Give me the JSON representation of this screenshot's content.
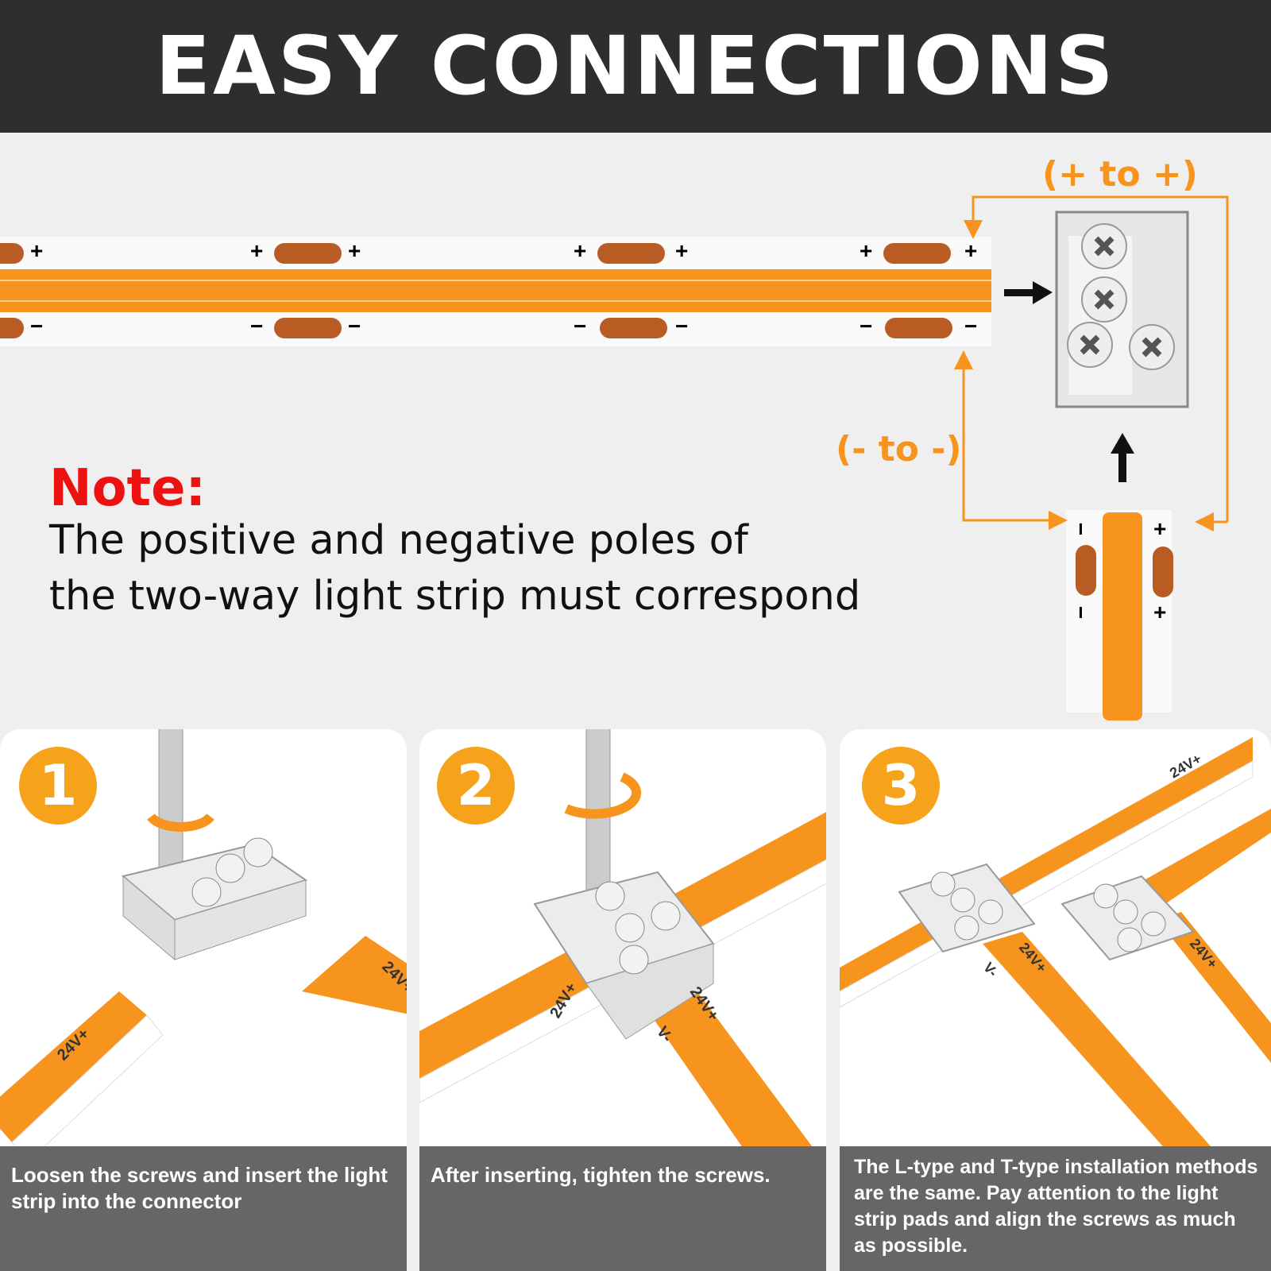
{
  "header": {
    "title": "EASY CONNECTIONS"
  },
  "diagram": {
    "positive_label": "(+ to +)",
    "negative_label": "(- to -)",
    "plus_sign": "+",
    "minus_sign": "−"
  },
  "note": {
    "title": "Note:",
    "lines": [
      "The positive and negative poles of",
      "the two-way light strip must correspond"
    ]
  },
  "steps": [
    {
      "number": "1",
      "caption": "Loosen the screws and insert the light strip into the connector"
    },
    {
      "number": "2",
      "caption": "After inserting, tighten the screws."
    },
    {
      "number": "3",
      "caption": "The L-type and T-type installation methods are the same. Pay attention to the light strip pads and align the screws as much as possible."
    }
  ],
  "strip_markings": {
    "positive": "24V+",
    "negative": "V-"
  },
  "colors": {
    "orange": "#f7941d",
    "pad": "#b85c24",
    "header": "#2e2e2e",
    "caption_bg": "#666666",
    "note_red": "#ee1111",
    "step_circle": "#f7a21b"
  }
}
